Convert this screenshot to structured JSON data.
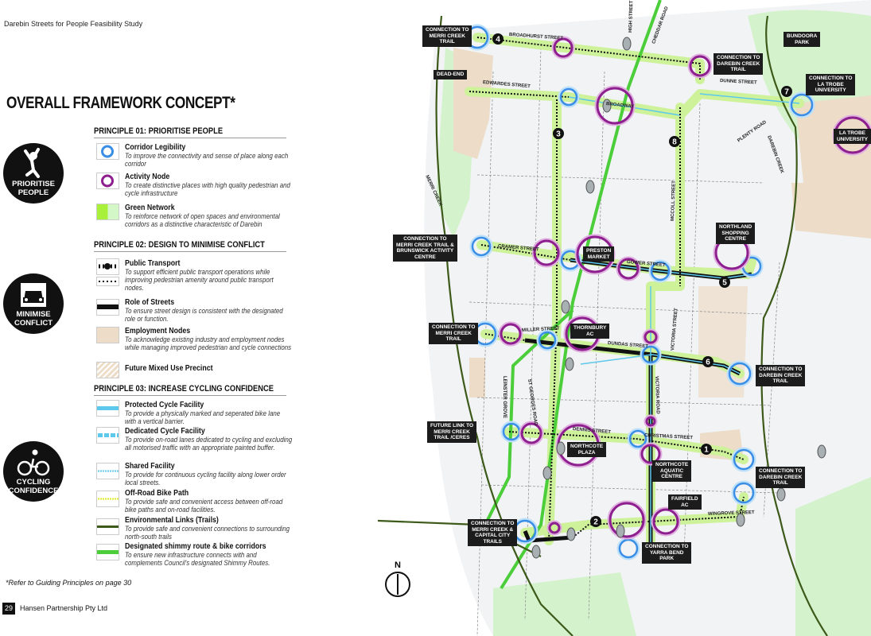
{
  "header": "Darebin Streets for People Feasibility Study",
  "title": "OVERALL FRAMEWORK CONCEPT*",
  "badges": [
    "PRIORITISE\nPEOPLE",
    "MINIMISE\nCONFLICT",
    "CYCLING\nCONFIDENCE"
  ],
  "principles": [
    {
      "heading": "PRINCIPLE 01: PRIORITISE PEOPLE",
      "items": [
        {
          "title": "Corridor Legibility",
          "desc": "To improve the connectivity and sense of place along each corridor"
        },
        {
          "title": "Activity Node",
          "desc": "To create distinctive places with high quality pedestrian and cycle infrastructure"
        },
        {
          "title": "Green Network",
          "desc": "To reinforce network of open spaces and environmental corridors as a distinctive characteristic of Darebin"
        }
      ]
    },
    {
      "heading": "PRINCIPLE 02: DESIGN TO MINIMISE CONFLICT",
      "items": [
        {
          "title": "Public Transport",
          "desc": "To support efficient public transport operations while improving pedestrian amenity around public transport nodes."
        },
        {
          "title": "Role of Streets",
          "desc": "To ensure street design is consistent with the designated role or function."
        },
        {
          "title": "Employment Nodes",
          "desc": "To acknowledge existing industry and employment nodes while managing improved pedestrian and cycle connections"
        },
        {
          "title": "Future Mixed Use Precinct",
          "desc": ""
        }
      ]
    },
    {
      "heading": "PRINCIPLE 03: INCREASE CYCLING CONFIDENCE",
      "items": [
        {
          "title": "Protected Cycle Facility",
          "desc": "To provide a physically marked and seperated bike lane with a vertical barrier."
        },
        {
          "title": "Dedicated Cycle Facility",
          "desc": "To provide on-road lanes dedicated to cycling and excluding all motorised traffic with an appropriate painted buffer."
        },
        {
          "title": "Shared Facility",
          "desc": "To provide for continuous cycling facility along lower order local streets."
        },
        {
          "title": "Off-Road Bike Path",
          "desc": "To provide safe and convenient access between off-road bike paths and on-road facilities."
        },
        {
          "title": "Environmental Links (Trails)",
          "desc": "To provide safe and convenient connections to surrounding north-south trails"
        },
        {
          "title": "Designated shimmy route & bike corridors",
          "desc": "To ensure new infrastructure connects with and complements Council's designated Shimmy Routes."
        }
      ]
    }
  ],
  "footnote": "*Refer to Guiding Principles on page 30",
  "page_number": "29",
  "publisher": "Hansen Partnership Pty Ltd",
  "colors": {
    "corridor": "#3a8ee6",
    "activity": "#8e1f8e",
    "green_glow": "#cdf29a",
    "shimmy": "#4cce3a",
    "trail": "#3d5a1a",
    "cycle": "#5cc8ec",
    "employment": "#ecdcc8",
    "map_bg": "#f1f3f4"
  },
  "map": {
    "tags": [
      "CONNECTION TO\nMERRI CREEK\nTRAIL",
      "DEAD-END",
      "CONNECTION TO\nDAREBIN CREEK\nTRAIL",
      "CONNECTION TO\nLA TROBE\nUNIVERSITY",
      "BUNDOORA\nPARK",
      "LA TROBE\nUNIVERSITY",
      "CONNECTION TO\nMERRI CREEK TRAIL &\nBRUNSWICK ACTIVITY\nCENTRE",
      "PRESTON\nMARKET",
      "NORTHLAND\nSHOPPING\nCENTRE",
      "CONNECTION TO\nMERRI CREEK\nTRAIL",
      "THORNBURY\nAC",
      "CONNECTION TO\nDAREBIN CREEK\nTRAIL",
      "FUTURE LINK TO\nMERRI CREEK\nTRAIL /CERES",
      "NORTHCOTE\nPLAZA",
      "NORTHCOTE\nAQUATIC\nCENTRE",
      "CONNECTION TO\nDAREBIN CREEK\nTRAIL",
      "FAIRFIELD\nAC",
      "CONNECTION TO\nMERRI CREEK &\nCAPITAL CITY\nTRAILS",
      "CONNECTION TO\nYARRA BEND\nPARK"
    ],
    "streets": [
      "BROADHURST STREET",
      "EDWARDES STREET",
      "BROADWAY",
      "DUNNE STREET",
      "HIGH STREET",
      "CHEDDAR ROAD",
      "PLENTY ROAD",
      "DAREBIN CREEK",
      "MERRI CREEK",
      "CRAMER STREET",
      "GOWER STREET",
      "MCCOLL STREET",
      "MILLER STREET",
      "DUNDAS STREET",
      "VICTORIA STREET",
      "LEINSTER GROVE",
      "ST GEORGES ROAD",
      "VICTORIA ROAD",
      "DENNIS STREET",
      "CHRISTMAS STREET",
      "WINGROVE STREET"
    ],
    "route_numbers": [
      "4",
      "3",
      "8",
      "7",
      "5",
      "6",
      "1",
      "2"
    ],
    "north": "N"
  }
}
